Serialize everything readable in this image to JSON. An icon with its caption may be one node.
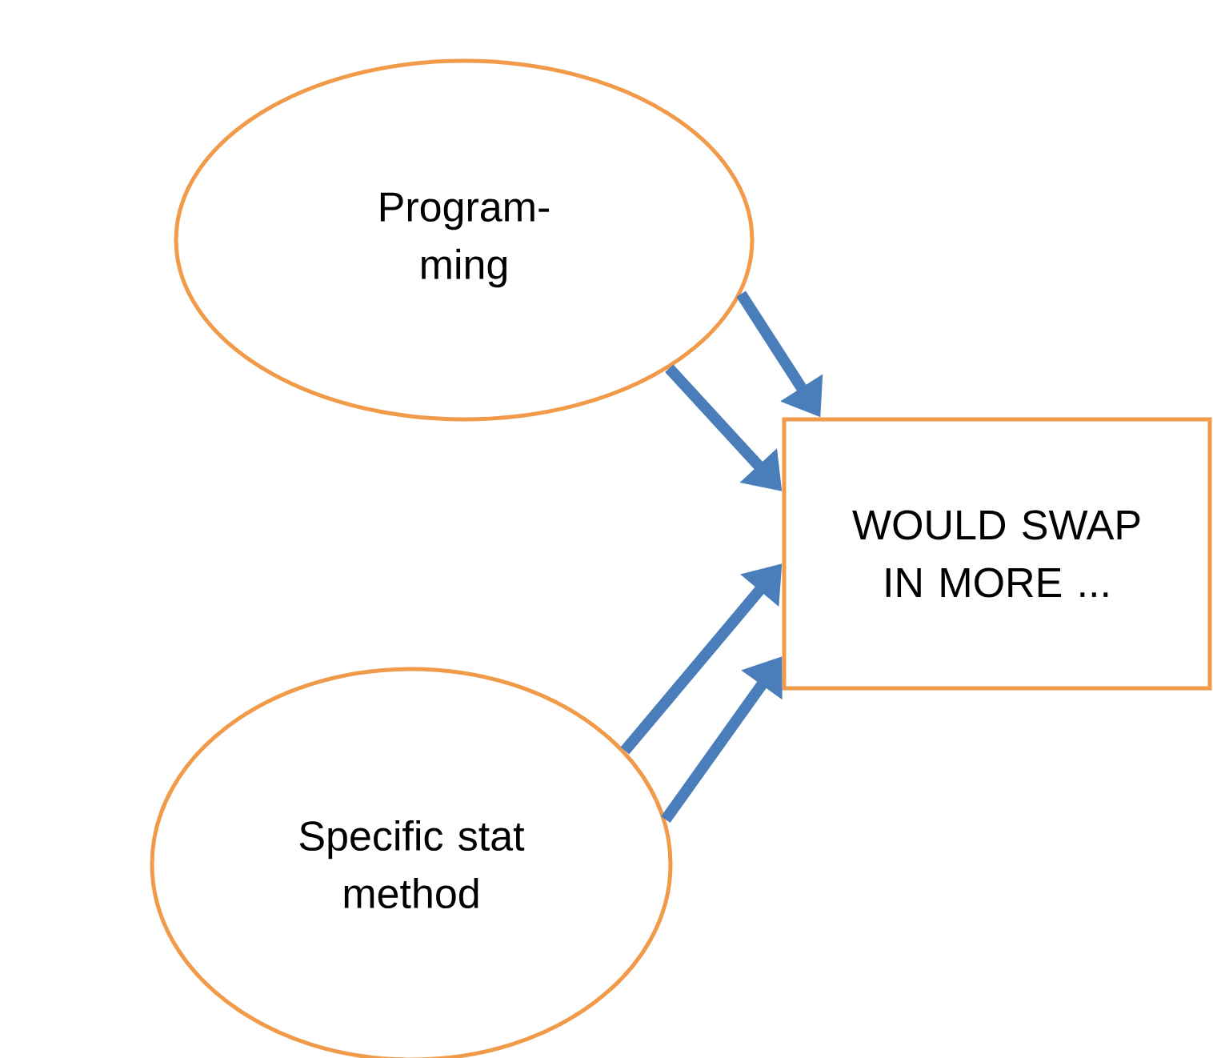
{
  "diagram": {
    "nodes": [
      {
        "text": [
          "Program- ming"
        ]
      },
      {
        "text": [
          "WOULD SWAP IN MORE ..."
        ]
      },
      {
        "text": [
          "Specific stat method"
        ]
      }
    ],
    "edges": [
      {
        "from": 0,
        "to": 1,
        "arrow": "to"
      },
      {
        "from": 0,
        "to": 1,
        "arrow": "to"
      },
      {
        "from": 2,
        "to": 1,
        "arrow": "to"
      },
      {
        "from": 2,
        "to": 1,
        "arrow": "to"
      }
    ]
  }
}
